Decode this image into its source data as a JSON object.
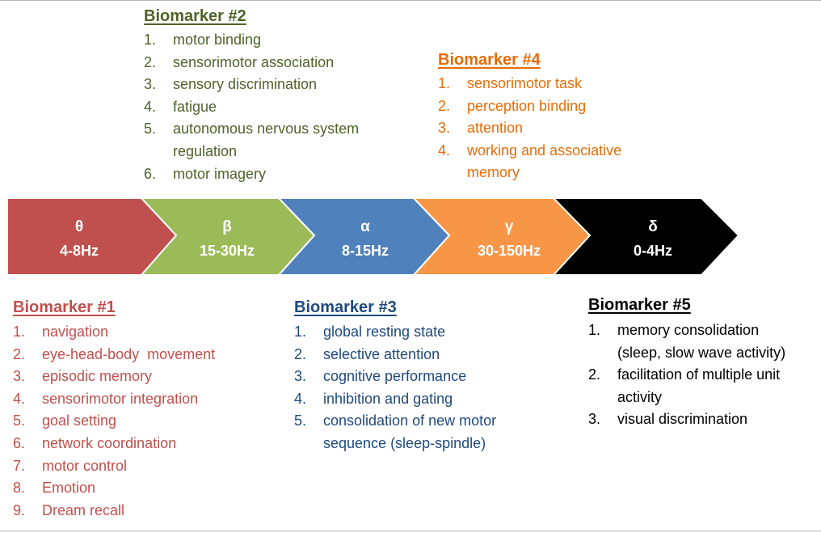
{
  "colors": {
    "theta": "#c0504d",
    "beta": "#9bbb59",
    "alpha": "#4f81bd",
    "gamma": "#f79646",
    "delta": "#000000",
    "biomarker1_text": "#c0504d",
    "biomarker2_text": "#4f6228",
    "biomarker3_text": "#1f497d",
    "biomarker4_text": "#e46c0a",
    "biomarker5_text": "#000000"
  },
  "bands": [
    {
      "symbol": "θ",
      "range": "4-8Hz"
    },
    {
      "symbol": "β",
      "range": "15-30Hz"
    },
    {
      "symbol": "α",
      "range": "8-15Hz"
    },
    {
      "symbol": "γ",
      "range": "30-150Hz"
    },
    {
      "symbol": "δ",
      "range": "0-4Hz"
    }
  ],
  "biomarkers": {
    "b1": {
      "title": "Biomarker #1",
      "items": [
        {
          "num": "1.",
          "text": "navigation"
        },
        {
          "num": "2.",
          "text": "eye-head-body  movement"
        },
        {
          "num": "3.",
          "text": "episodic memory"
        },
        {
          "num": "4.",
          "text": "sensorimotor integration"
        },
        {
          "num": "5.",
          "text": "goal setting"
        },
        {
          "num": "6.",
          "text": "network coordination"
        },
        {
          "num": "7.",
          "text": "motor control"
        },
        {
          "num": "8.",
          "text": "Emotion"
        },
        {
          "num": "9.",
          "text": "Dream recall"
        }
      ]
    },
    "b2": {
      "title": "Biomarker #2",
      "items": [
        {
          "num": "1.",
          "text": "motor binding"
        },
        {
          "num": "2.",
          "text": "sensorimotor association"
        },
        {
          "num": "3.",
          "text": "sensory discrimination"
        },
        {
          "num": "4.",
          "text": "fatigue"
        },
        {
          "num": "5.",
          "text": "autonomous nervous system",
          "text2": "regulation"
        },
        {
          "num": "6.",
          "text": "motor imagery"
        }
      ]
    },
    "b3": {
      "title": "Biomarker #3",
      "items": [
        {
          "num": "1.",
          "text": "global resting state"
        },
        {
          "num": "2.",
          "text": "selective attention"
        },
        {
          "num": "3.",
          "text": "cognitive performance"
        },
        {
          "num": "4.",
          "text": "inhibition and gating"
        },
        {
          "num": "5.",
          "text": "consolidation of new motor",
          "text2": "sequence (sleep-spindle)"
        }
      ]
    },
    "b4": {
      "title": "Biomarker #4",
      "items": [
        {
          "num": "1.",
          "text": "sensorimotor task"
        },
        {
          "num": "2.",
          "text": "perception binding"
        },
        {
          "num": "3.",
          "text": "attention"
        },
        {
          "num": "4.",
          "text": "working and associative",
          "text2": "memory"
        }
      ]
    },
    "b5": {
      "title": "Biomarker #5",
      "items": [
        {
          "num": "1.",
          "text": "memory consolidation",
          "text2": "(sleep, slow wave activity)"
        },
        {
          "num": "2.",
          "text": "facilitation of multiple unit",
          "text2": "activity"
        },
        {
          "num": "3.",
          "text": "visual discrimination"
        }
      ]
    }
  }
}
